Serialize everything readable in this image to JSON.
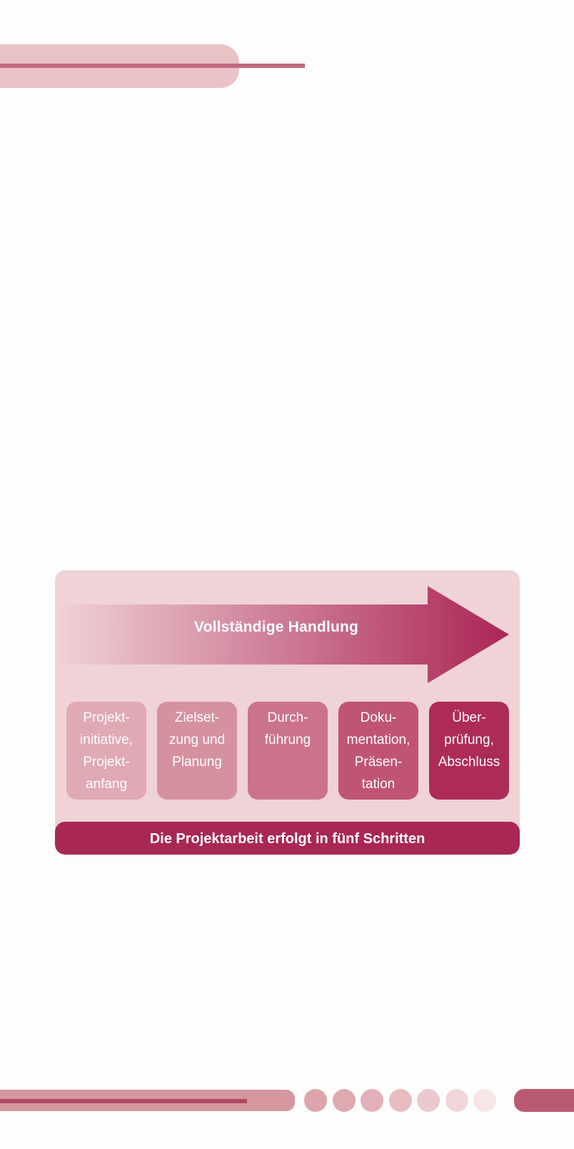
{
  "diagram": {
    "arrow_label": "Vollständige Handlung",
    "steps": [
      {
        "label": "Projekt-\ninitiative,\nProjekt-\nanfang",
        "color": "#e0a9b4"
      },
      {
        "label": "Zielset-\nzung und\nPlanung",
        "color": "#d6919f"
      },
      {
        "label": "Durch-\nführung",
        "color": "#cb738a"
      },
      {
        "label": "Doku-\nmentation,\nPräsen-\ntation",
        "color": "#bf5474"
      },
      {
        "label": "Über-\nprüfung,\nAbschluss",
        "color": "#ad2b58"
      }
    ],
    "footer": "Die Projektarbeit erfolgt in fünf Schritten"
  },
  "colors": {
    "accent": "#a92755",
    "panel": "#efd3d6",
    "arrow_start": "#efd3d6",
    "arrow_end": "#ab2556"
  },
  "decor": {
    "dot_colors": [
      "#dea4ab",
      "#dfa9b0",
      "#e2b1b7",
      "#e6bcc1",
      "#ebc9cd",
      "#f0d6d9",
      "#f6e6e8"
    ]
  }
}
